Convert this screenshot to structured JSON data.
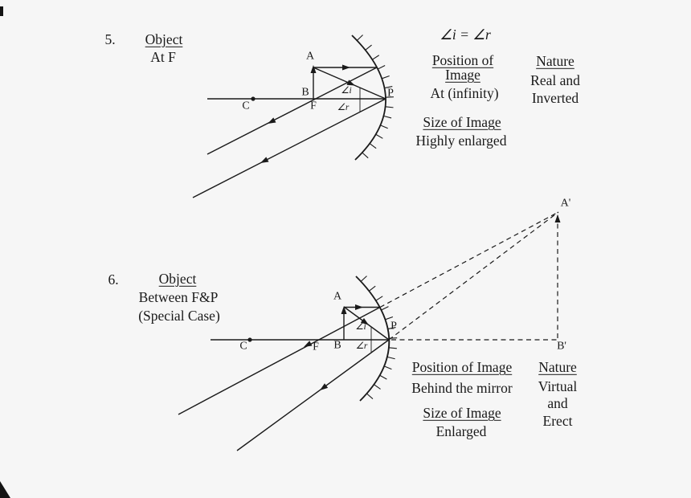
{
  "colors": {
    "bg": "#f6f6f6",
    "ink": "#1a1a1a"
  },
  "case5": {
    "number": "5.",
    "object_heading": "Object",
    "object_detail": "At F",
    "angle_equation": "∠i = ∠r",
    "position_heading_1": "Position of",
    "position_heading_2": "Image",
    "position_value": "At (infinity)",
    "nature_heading": "Nature",
    "nature_value_1": "Real and",
    "nature_value_2": "Inverted",
    "size_heading": "Size of Image",
    "size_value": "Highly enlarged",
    "point_a": "A",
    "point_b": "B",
    "point_c": "C",
    "point_f": "F",
    "point_p": "P",
    "angle_i": "∠i",
    "angle_r": "∠r"
  },
  "case6": {
    "number": "6.",
    "object_heading": "Object",
    "object_detail_1": "Between F&P",
    "object_detail_2": "(Special Case)",
    "position_heading": "Position of Image",
    "position_value": "Behind the mirror",
    "nature_heading": "Nature",
    "nature_value_1": "Virtual",
    "nature_value_2": "and",
    "nature_value_3": "Erect",
    "size_heading": "Size of Image",
    "size_value": "Enlarged",
    "point_a": "A",
    "point_b": "B",
    "point_c": "C",
    "point_f": "F",
    "point_p": "P",
    "point_a_prime": "A'",
    "point_b_prime": "B'",
    "angle_i": "∠i",
    "angle_r": "∠r"
  }
}
